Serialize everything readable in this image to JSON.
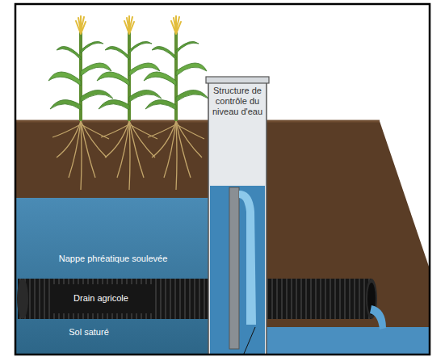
{
  "diagram": {
    "nodes": [
      {
        "text": [
          "Structure de contrôle du niveau d'eau"
        ]
      },
      {
        "text": [
          "Nappe phréatique soulevée"
        ]
      },
      {
        "text": [
          "Drain agricole"
        ]
      },
      {
        "text": [
          "Sol saturé"
        ]
      }
    ]
  }
}
